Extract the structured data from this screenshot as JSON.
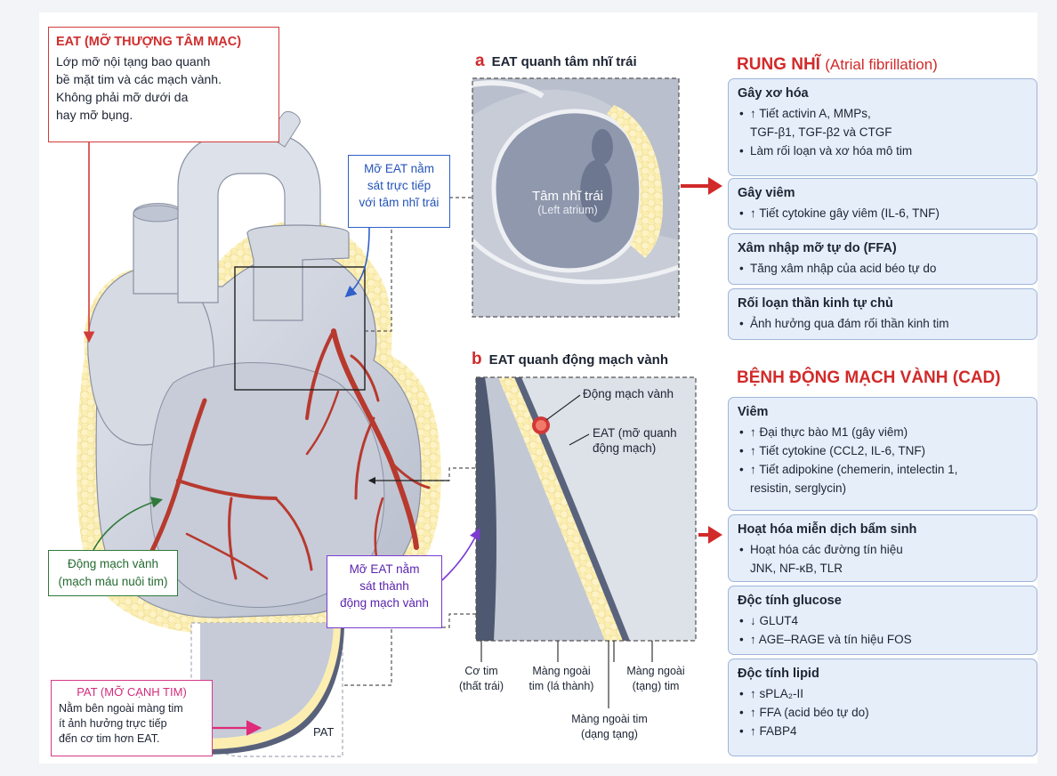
{
  "eat_callout": {
    "title": "EAT (MỠ THƯỢNG TÂM MẠC)",
    "lines": [
      "Lớp mỡ nội tạng bao quanh",
      "bề mặt tim và các mạch vành.",
      "Không phải mỡ dưới da",
      "hay mỡ bụng."
    ]
  },
  "blue_callout": {
    "lines": [
      "Mỡ EAT nằm",
      "sát trực tiếp",
      "với tâm nhĩ trái"
    ]
  },
  "green_callout": {
    "lines": [
      "Động mạch vành",
      "(mạch máu nuôi tim)"
    ]
  },
  "purple_callout": {
    "lines": [
      "Mỡ EAT nằm",
      "sát thành",
      "động mạch vành"
    ]
  },
  "pat_callout": {
    "title": "PAT (MỠ CẠNH TIM)",
    "lines": [
      "Nằm bên ngoài màng tim",
      "ít ảnh hưởng trực tiếp",
      "đến cơ tim hơn EAT."
    ],
    "tag": "PAT"
  },
  "panel_a": {
    "letter": "a",
    "title": "EAT quanh tâm nhĩ trái",
    "label_vi": "Tâm nhĩ trái",
    "label_en": "(Left atrium)"
  },
  "panel_b": {
    "letter": "b",
    "title": "EAT quanh động mạch vành",
    "label_artery": "Động mạch vành",
    "label_eat": [
      "EAT (mỡ quanh",
      "động mạch)"
    ],
    "bottom_labels": {
      "myocardium": [
        "Cơ tim",
        "(thất trái)"
      ],
      "parietal": [
        "Màng ngoài",
        "tim (lá thành)"
      ],
      "visceral_tang": [
        "Màng ngoài",
        "(tạng) tim"
      ],
      "visceral_dang": [
        "Màng ngoài tim",
        "(dạng tạng)"
      ]
    }
  },
  "colors": {
    "red": "#d22a2a",
    "fat": "#fbeeb0",
    "heart": "#cfd4df",
    "vessel": "#b8392e",
    "box_bg": "#e6eefa"
  },
  "af": {
    "heading": "RUNG NHĨ",
    "heading_sub": "(Atrial fibrillation)",
    "boxes": [
      {
        "title": "Gây xơ hóa",
        "items": [
          "↑ Tiết activin A, MMPs,",
          "TGF-β1, TGF-β2 và CTGF",
          "Làm rối loạn và xơ hóa mô tim"
        ]
      },
      {
        "title": "Gây viêm",
        "items": [
          "↑ Tiết cytokine gây viêm (IL-6, TNF)"
        ]
      },
      {
        "title": "Xâm nhập mỡ tự do (FFA)",
        "items": [
          "Tăng xâm nhập của acid béo tự do"
        ]
      },
      {
        "title": "Rối loạn thần kinh tự chủ",
        "items": [
          "Ảnh hưởng qua đám rối thần kinh tim"
        ]
      }
    ]
  },
  "cad": {
    "heading": "BỆNH ĐỘNG MẠCH VÀNH (CAD)",
    "boxes": [
      {
        "title": "Viêm",
        "items": [
          "↑ Đại thực bào M1 (gây viêm)",
          "↑ Tiết cytokine (CCL2, IL-6, TNF)",
          "↑ Tiết adipokine (chemerin, intelectin 1,",
          "resistin, serglycin)"
        ]
      },
      {
        "title": "Hoạt hóa miễn dịch bẩm sinh",
        "items": [
          "Hoạt hóa các đường tín hiệu",
          "JNK, NF-κB, TLR"
        ]
      },
      {
        "title": "Độc tính glucose",
        "items": [
          "↓ GLUT4",
          "↑ AGE–RAGE và tín hiệu FOS"
        ]
      },
      {
        "title": "Độc tính lipid",
        "items": [
          "↑ sPLA₂-II",
          "↑ FFA (acid béo tự do)",
          "↑ FABP4"
        ]
      }
    ]
  }
}
